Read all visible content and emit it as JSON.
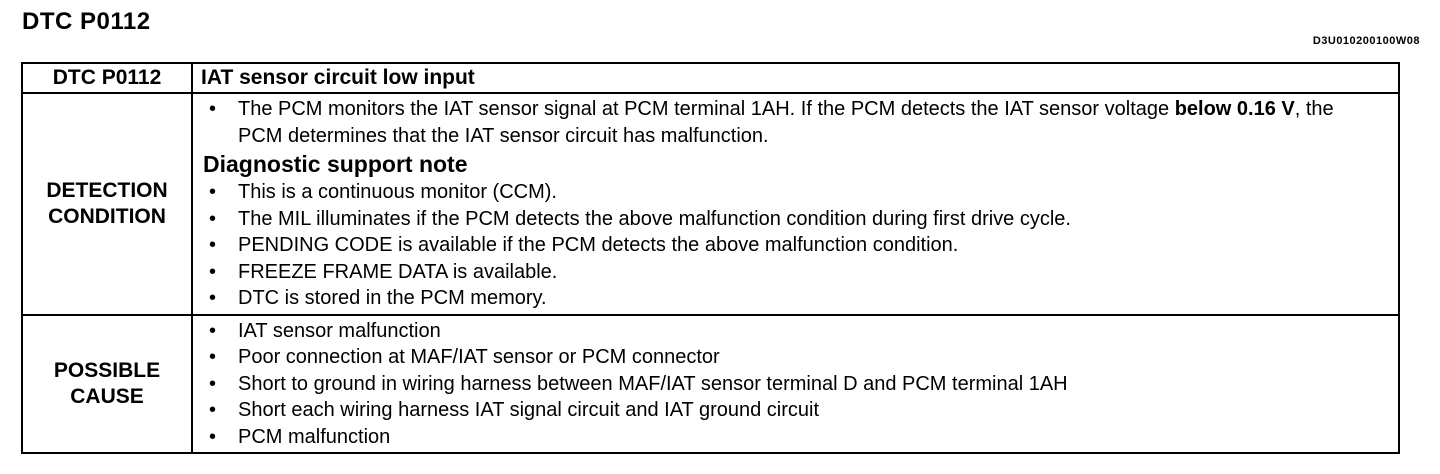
{
  "title": "DTC P0112",
  "doc_code": "D3U010200100W08",
  "table": {
    "header": {
      "label": "DTC P0112",
      "desc": "IAT sensor circuit low input"
    },
    "detection": {
      "label_line1": "DETECTION",
      "label_line2": "CONDITION",
      "main_text_a": "The PCM monitors the IAT sensor signal at PCM terminal 1AH. If the PCM detects the IAT sensor voltage ",
      "main_text_bold": "below 0.16 V",
      "main_text_b": ", the PCM determines that the IAT sensor circuit has malfunction.",
      "subheading": "Diagnostic support note",
      "notes": [
        "This is a continuous monitor (CCM).",
        "The MIL illuminates if the PCM detects the above malfunction condition during first drive cycle.",
        "PENDING CODE is available if the PCM detects the above malfunction condition.",
        "FREEZE FRAME DATA is available.",
        "DTC is stored in the PCM memory."
      ]
    },
    "cause": {
      "label_line1": "POSSIBLE",
      "label_line2": "CAUSE",
      "items": [
        "IAT sensor malfunction",
        "Poor connection at MAF/IAT sensor or PCM connector",
        "Short to ground in wiring harness between MAF/IAT sensor terminal D and PCM terminal 1AH",
        "Short each wiring harness IAT signal circuit and IAT ground circuit",
        "PCM malfunction"
      ]
    }
  }
}
